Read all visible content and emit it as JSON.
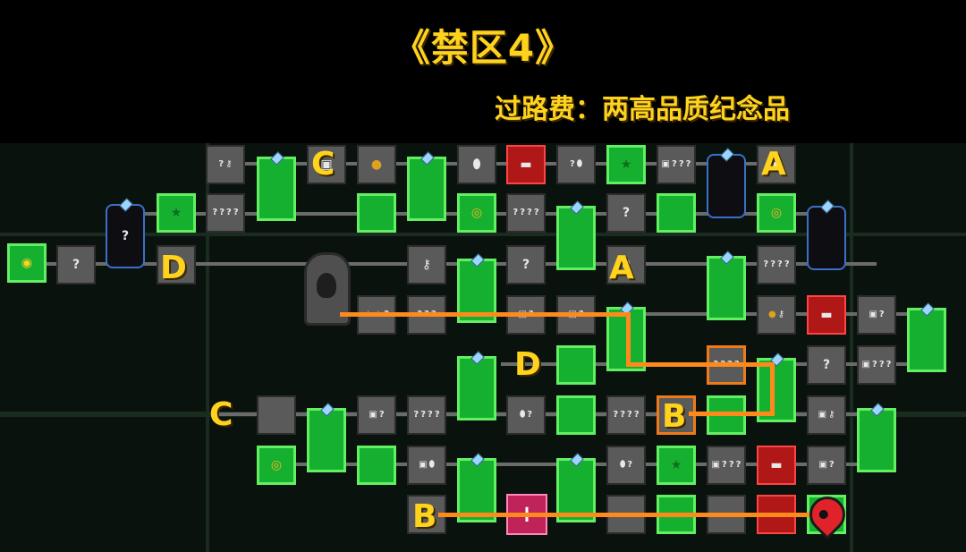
{
  "header": {
    "title": "《禁区4》",
    "toll": "过路费：两高品质纪念品"
  },
  "markers": {
    "a1": "A",
    "a2": "A",
    "b1": "B",
    "b2": "B",
    "c1": "C",
    "c2": "C",
    "d1": "D",
    "d2": "D"
  },
  "glyphs": {
    "unknown": "?",
    "heart_plus": "+"
  },
  "colors": {
    "title": "#ffd21e",
    "route": "#ff8a1c",
    "room_cleared": "#16b030",
    "room_unknown": "#5a5a5a",
    "room_danger": "#b01818"
  },
  "icons": [
    "start-portal-icon",
    "destination-pin-icon",
    "heart-plus-icon",
    "treasure-chest-icon",
    "key-icon",
    "star-icon",
    "egg-icon"
  ]
}
